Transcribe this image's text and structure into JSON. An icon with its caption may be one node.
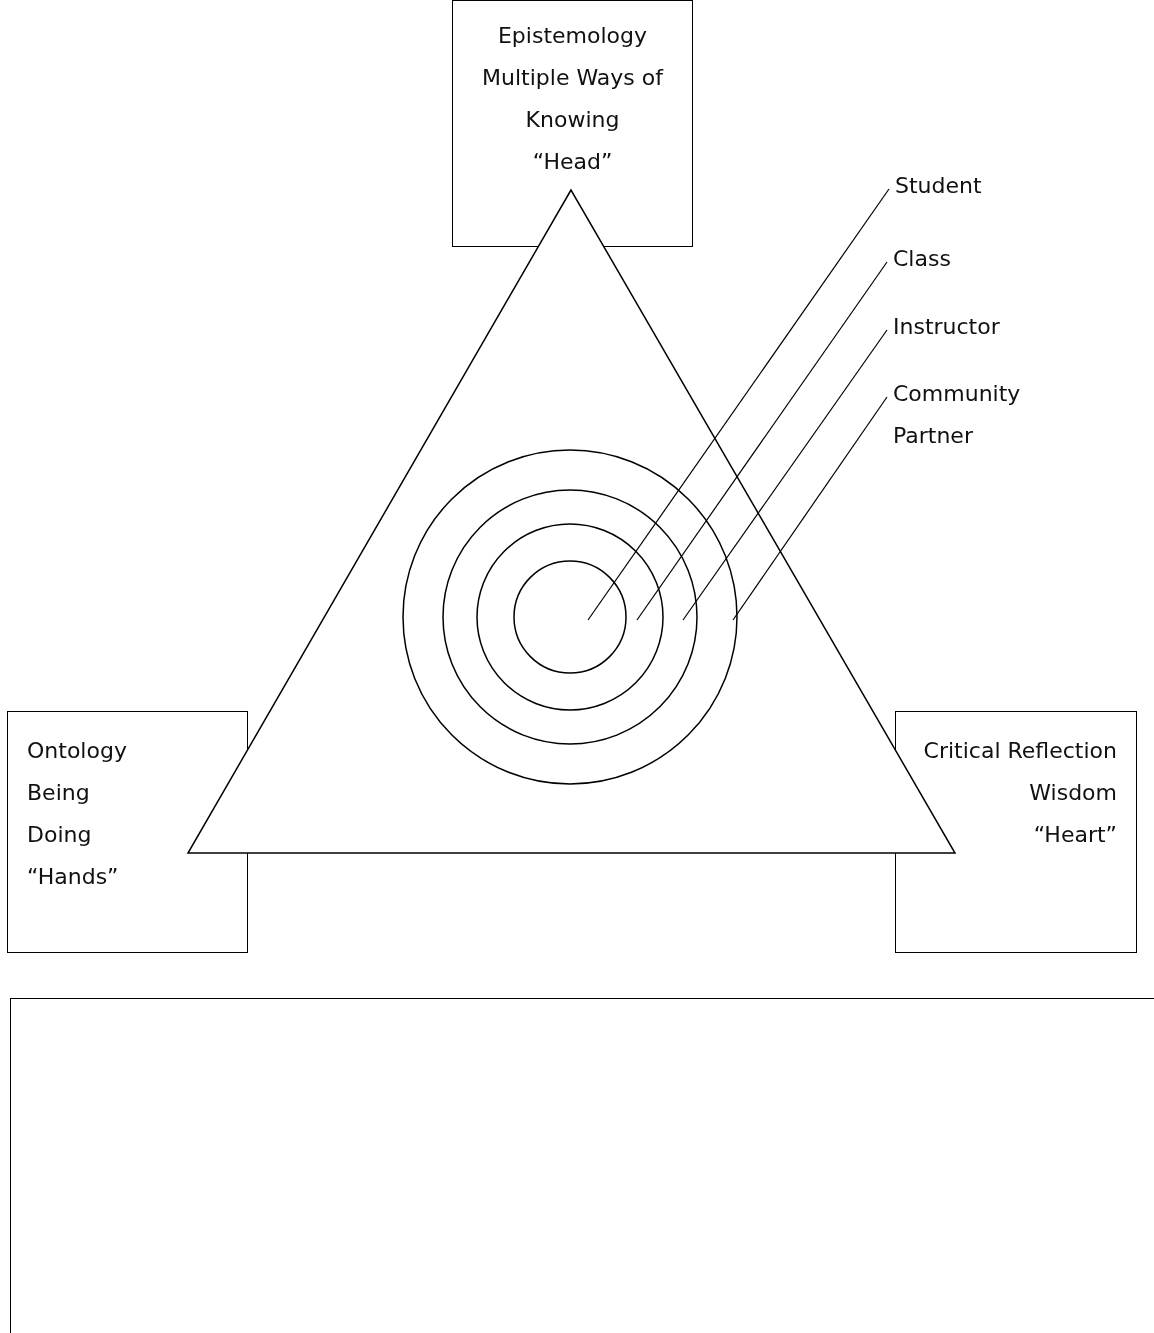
{
  "diagram": {
    "nodes": [
      {
        "text": [
          "Epistemology",
          "Multiple Ways of Knowing",
          "“Head”"
        ]
      },
      {
        "text": [
          "Ontology",
          "Being",
          "Doing",
          "“Hands”"
        ]
      },
      {
        "text": [
          "Critical Reflection",
          "Wisdom",
          "“Heart”"
        ]
      },
      {
        "text": [],
        "shape": "triangle"
      },
      {
        "text": [],
        "shape": "circle",
        "in": 5
      },
      {
        "text": [],
        "shape": "circle",
        "in": 6
      },
      {
        "text": [],
        "shape": "circle",
        "in": 7
      },
      {
        "text": [],
        "shape": "circle",
        "in": 3
      },
      {
        "text": [
          "Student"
        ]
      },
      {
        "text": [
          "Class"
        ]
      },
      {
        "text": [
          "Instructor"
        ]
      },
      {
        "text": [
          "Community Partner"
        ]
      },
      {
        "text": [],
        "shape": "box"
      }
    ],
    "edges": [
      {
        "from": 8,
        "to": 4,
        "arrow": "none"
      },
      {
        "from": 9,
        "to": 5,
        "arrow": "none"
      },
      {
        "from": 10,
        "to": 6,
        "arrow": "none"
      },
      {
        "from": 11,
        "to": 7,
        "arrow": "none"
      }
    ]
  }
}
